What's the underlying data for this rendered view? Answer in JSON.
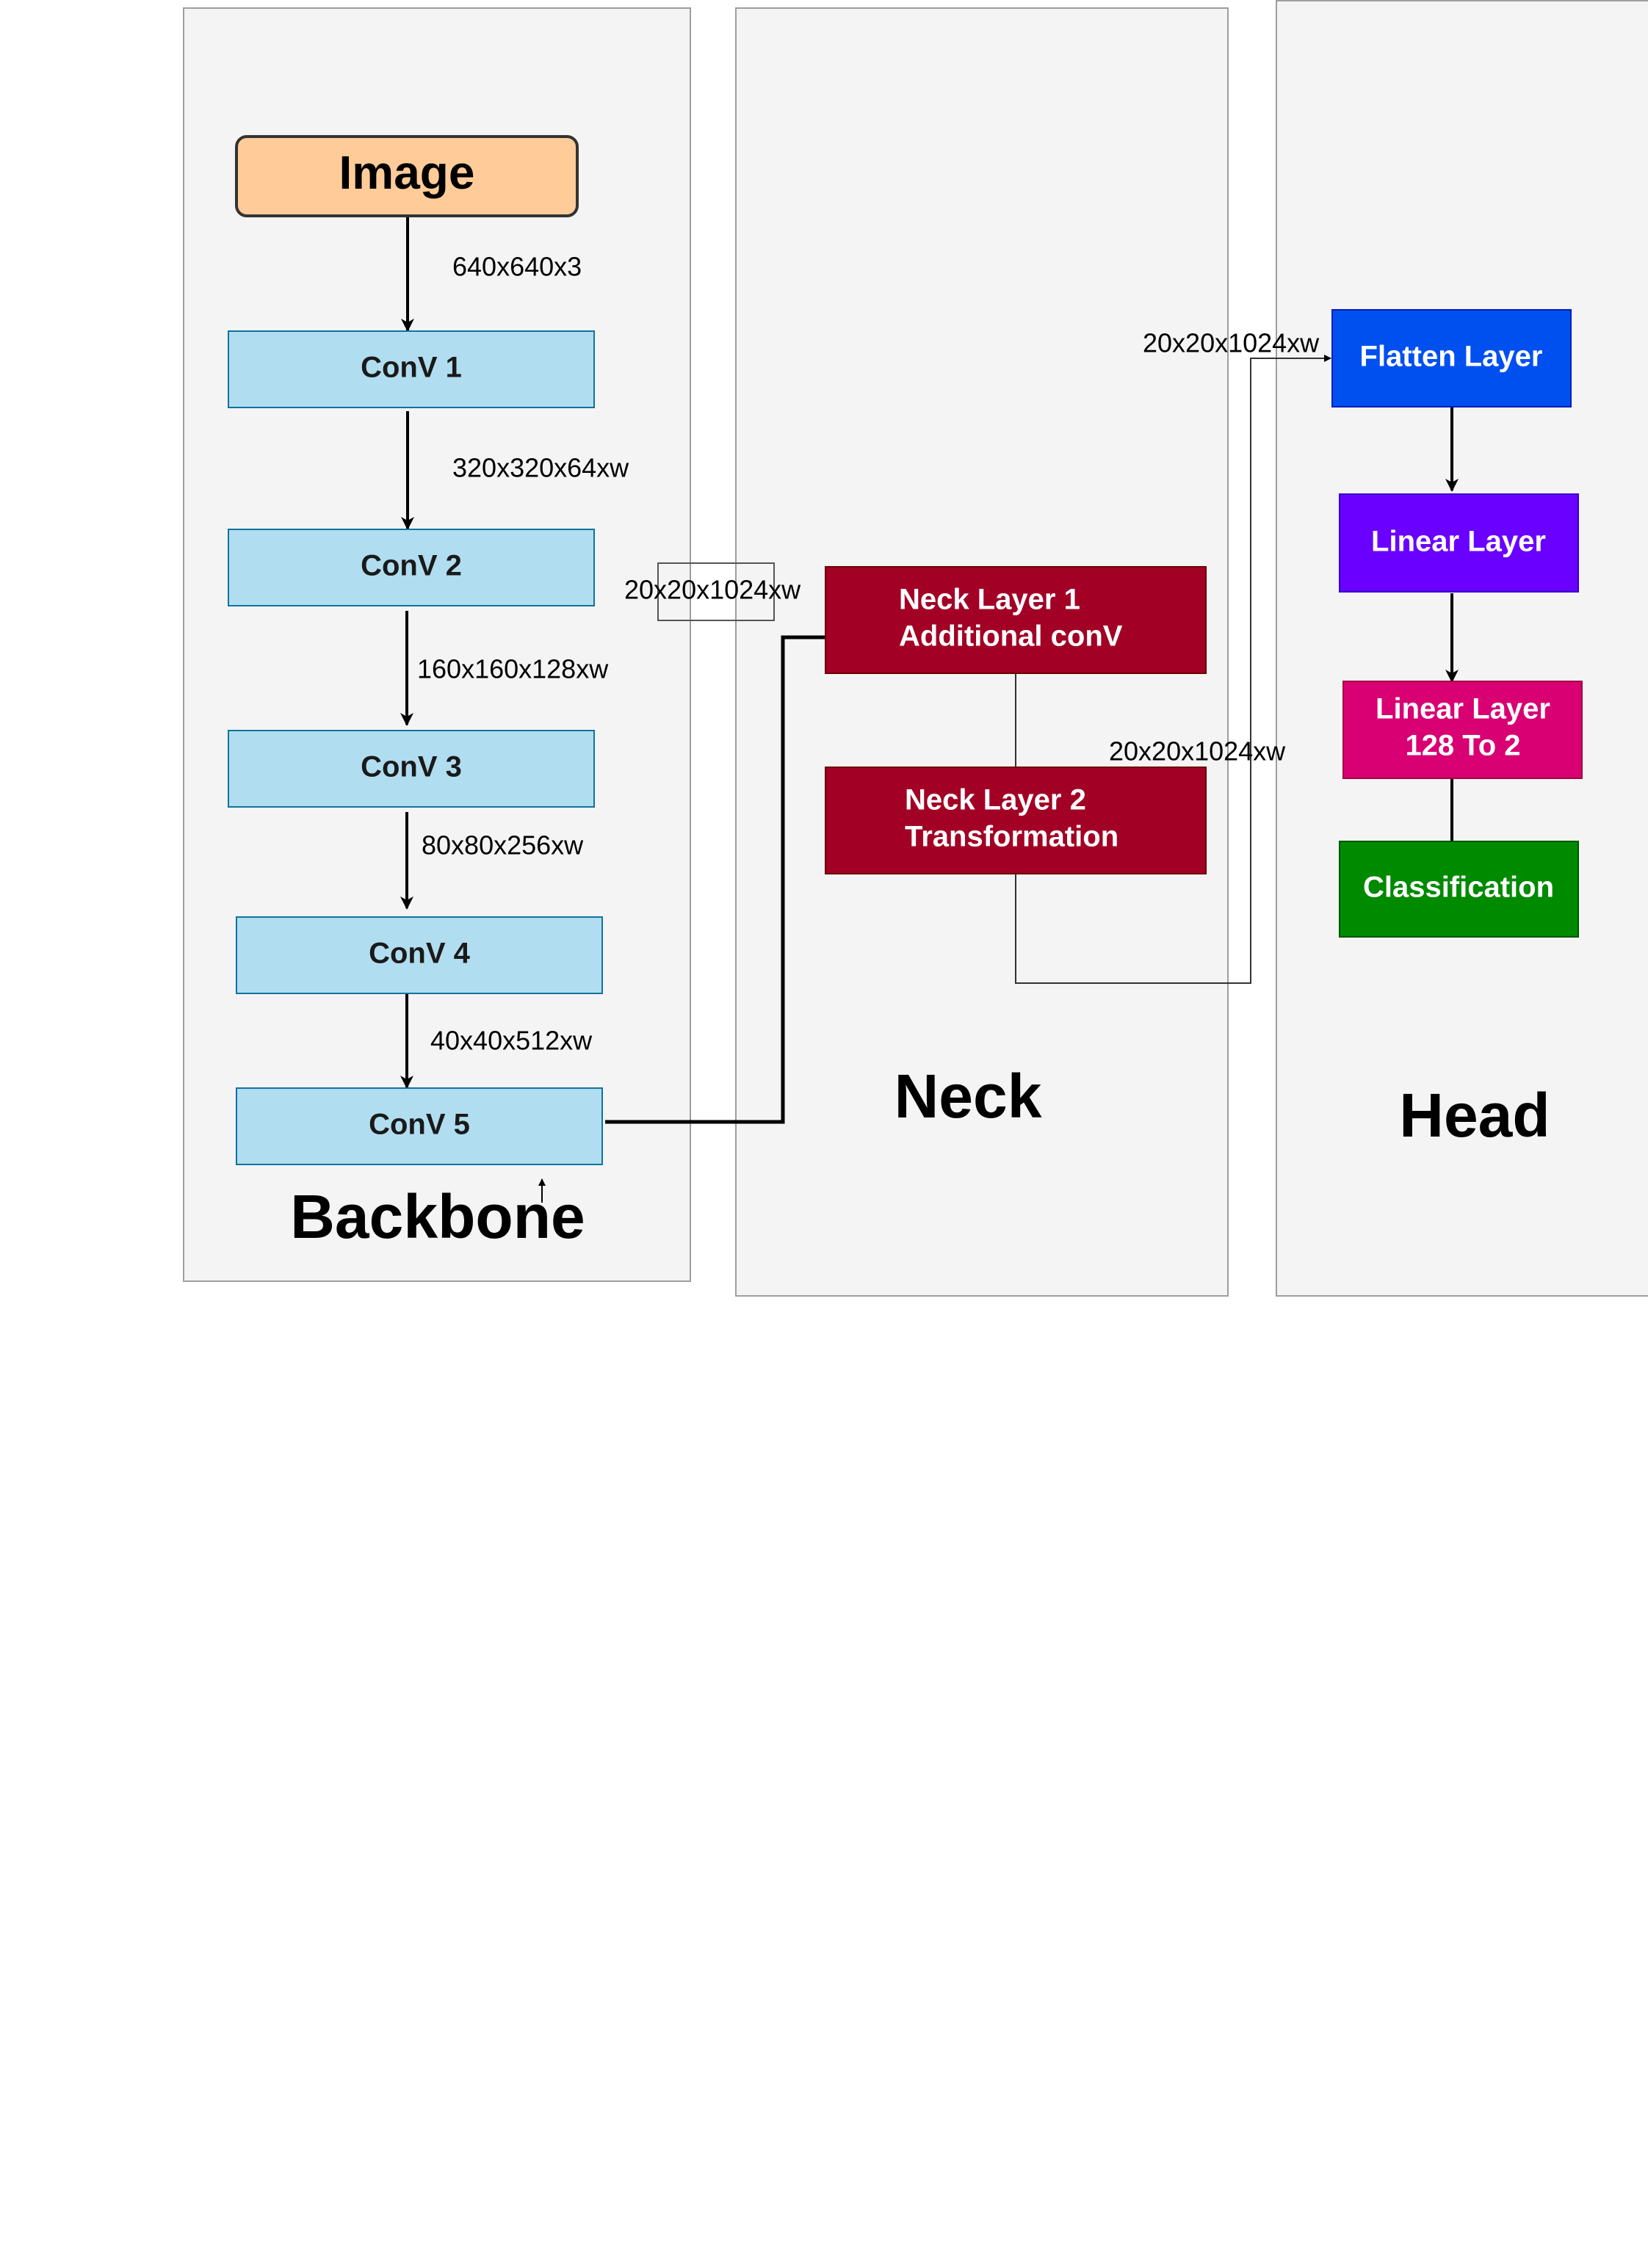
{
  "panels": {
    "backbone": "Backbone",
    "neck": "Neck",
    "head": "Head"
  },
  "nodes": {
    "image": "Image",
    "conv1": "ConV 1",
    "conv2": "ConV 2",
    "conv3": "ConV 3",
    "conv4": "ConV 4",
    "conv5": "ConV 5",
    "neck1_line1": "Neck Layer 1",
    "neck1_line2": "Additional conV",
    "neck2_line1": "Neck Layer 2",
    "neck2_line2": "Transformation",
    "flatten": "Flatten Layer",
    "linear1": "Linear Layer",
    "linear2_line1": "Linear Layer",
    "linear2_line2": "128 To 2",
    "classification": "Classification"
  },
  "edges": {
    "image_conv1": "640x640x3",
    "conv1_conv2": "320x320x64xw",
    "conv2_conv3": "160x160x128xw",
    "conv3_conv4": "80x80x256xw",
    "conv4_conv5": "40x40x512xw",
    "conv5_neck": "20x20x1024xw",
    "neck_internal": "20x20x1024xw",
    "neck_head": "20x20x1024xw"
  },
  "colors": {
    "image": "#ffcc99",
    "conv": "#b1ddf0",
    "neck": "#a20025",
    "flatten": "#0050ef",
    "linear1": "#6a00ff",
    "linear2": "#d80073",
    "classification": "#008a00"
  }
}
